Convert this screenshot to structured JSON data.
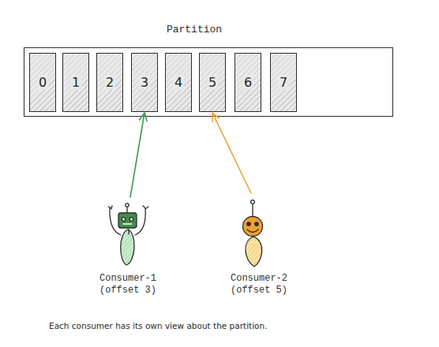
{
  "diagram": {
    "caption": "Each consumer has its own view about the partition.",
    "nodes": [
      {
        "text": [
          "Partition"
        ]
      },
      {
        "text": [
          "0"
        ],
        "in": 0
      },
      {
        "text": [
          "1"
        ],
        "in": 0
      },
      {
        "text": [
          "2"
        ],
        "in": 0
      },
      {
        "text": [
          "3"
        ],
        "in": 0
      },
      {
        "text": [
          "4"
        ],
        "in": 0
      },
      {
        "text": [
          "5"
        ],
        "in": 0
      },
      {
        "text": [
          "6"
        ],
        "in": 0
      },
      {
        "text": [
          "7"
        ],
        "in": 0
      },
      {
        "text": [
          "Consumer-1 (offset 3)"
        ]
      },
      {
        "text": [
          "Consumer-2 (offset 5)"
        ]
      }
    ],
    "edges": [
      {
        "from": 9,
        "to": 4,
        "arrow": "to"
      },
      {
        "from": 10,
        "to": 6,
        "arrow": "to"
      }
    ]
  }
}
